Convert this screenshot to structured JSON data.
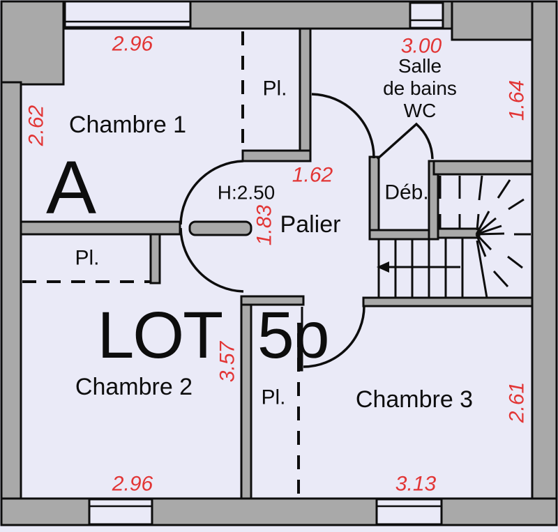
{
  "plan": {
    "unit_letter": "A",
    "lot_label": "LOT 5p"
  },
  "rooms": {
    "chambre1": {
      "label": "Chambre 1",
      "dim_width": "2.96",
      "dim_height": "2.62"
    },
    "chambre2": {
      "label": "Chambre 2",
      "dim_width": "2.96",
      "dim_height": "3.57"
    },
    "chambre3": {
      "label": "Chambre 3",
      "dim_width": "3.13",
      "dim_height": "2.61"
    },
    "bathroom": {
      "label_lines": [
        "Salle",
        "de bains",
        "WC"
      ],
      "dim_width": "3.00",
      "dim_height": "1.64"
    },
    "palier": {
      "label": "Palier",
      "dim_width": "1.62",
      "dim_depth": "1.83",
      "ceiling_height": "H:2.50"
    },
    "debarras": {
      "label": "Déb."
    },
    "closet_top": {
      "label": "Pl."
    },
    "closet_left": {
      "label": "Pl."
    },
    "closet_bottom": {
      "label": "Pl."
    }
  },
  "colors": {
    "wall_fill": "#a9a9a9",
    "floor": "#eaeaf7",
    "dimension_red": "#e23535",
    "line": "#0d0d0d"
  }
}
